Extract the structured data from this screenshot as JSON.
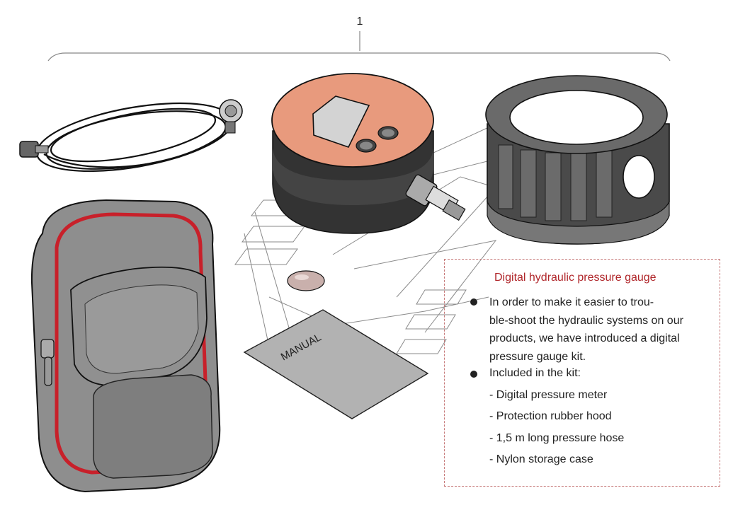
{
  "callout": {
    "number": "1"
  },
  "illustration": {
    "parts": [
      "pressure-hose",
      "digital-pressure-meter",
      "protection-rubber-hood",
      "nylon-storage-case",
      "manual",
      "lens-cap"
    ],
    "manual_label": "MANUAL",
    "colors": {
      "gauge_face": "#e89a7d",
      "case_body": "#8e8e8e",
      "case_trim": "#c8202a",
      "hood": "#555555",
      "ink": "#111111"
    }
  },
  "info_box": {
    "title": "Digital hydraulic pressure gauge",
    "intro_lines": [
      "In order to make it easier to trou-",
      "ble-shoot the hydraulic systems on our",
      "products, we have introduced a digital",
      "pressure gauge kit."
    ],
    "kit_heading": "Included in the kit:",
    "kit_items": [
      "- Digital pressure meter",
      "- Protection rubber hood",
      "- 1,5 m long pressure hose",
      "- Nylon storage case"
    ],
    "colors": {
      "title": "#b0262a",
      "border": "#c77a7a"
    }
  }
}
